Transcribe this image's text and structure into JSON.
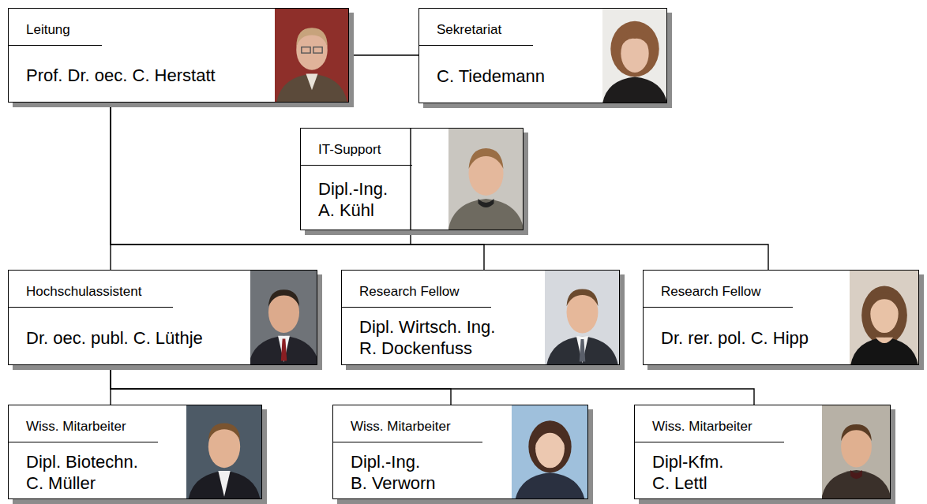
{
  "diagram": {
    "nodes": [
      {
        "text": [
          "Leitung",
          "Prof. Dr. oec. C. Herstatt"
        ]
      },
      {
        "text": [
          "Sekretariat",
          "C. Tiedemann"
        ]
      },
      {
        "text": [
          "IT-Support",
          "Dipl.-Ing. A. Kühl"
        ]
      },
      {
        "text": [
          "Hochschulassistent",
          "Dr. oec. publ. C. Lüthje"
        ]
      },
      {
        "text": [
          "Research Fellow",
          "Dipl. Wirtsch. Ing. R. Dockenfuss"
        ]
      },
      {
        "text": [
          "Research Fellow",
          "Dr. rer. pol. C. Hipp"
        ]
      },
      {
        "text": [
          "Wiss. Mitarbeiter",
          "Dipl. Biotechn. C. Müller"
        ]
      },
      {
        "text": [
          "Wiss. Mitarbeiter",
          "Dipl.-Ing. B. Verworn"
        ]
      },
      {
        "text": [
          "Wiss. Mitarbeiter",
          "Dipl-Kfm. C. Lettl"
        ]
      }
    ],
    "edges": [
      {
        "from": 0,
        "to": 1,
        "arrow": "none"
      },
      {
        "from": 0,
        "to": 2,
        "arrow": "none"
      },
      {
        "from": 0,
        "to": 3,
        "arrow": "none"
      },
      {
        "from": 0,
        "to": 4,
        "arrow": "none"
      },
      {
        "from": 0,
        "to": 5,
        "arrow": "none"
      },
      {
        "from": 3,
        "to": 6,
        "arrow": "none"
      },
      {
        "from": 3,
        "to": 7,
        "arrow": "none"
      },
      {
        "from": 3,
        "to": 8,
        "arrow": "none"
      }
    ]
  }
}
